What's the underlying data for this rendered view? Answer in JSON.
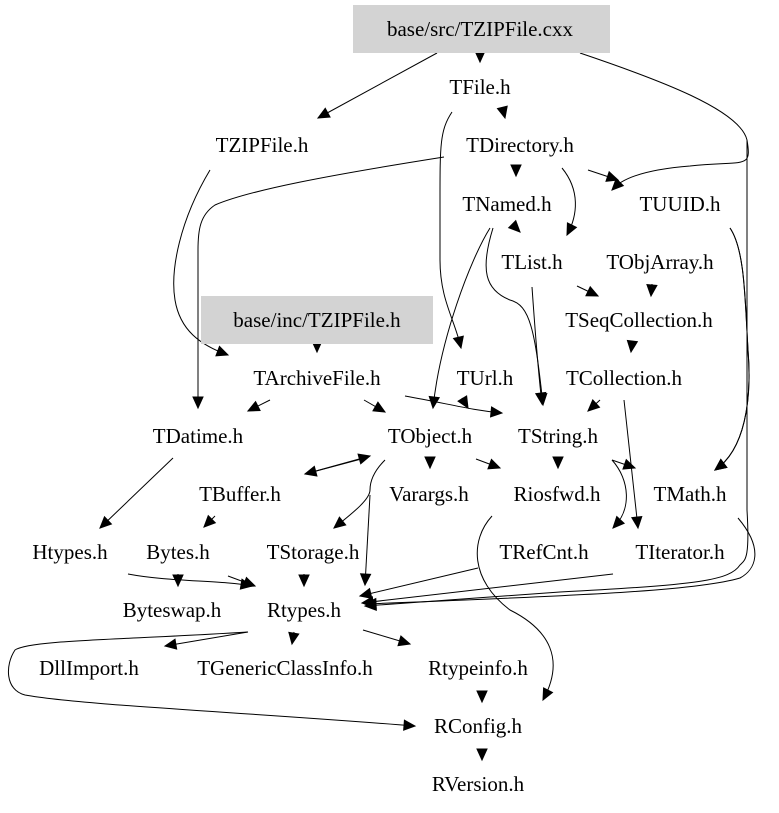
{
  "diagram": {
    "type": "include-dependency-graph",
    "colors": {
      "highlight_fill": "#d3d3d3",
      "edge": "#000000",
      "text": "#000000",
      "background": "#ffffff"
    },
    "nodes": [
      {
        "id": "src_tzipfile_cxx",
        "label": "base/src/TZIPFile.cxx",
        "highlighted": true
      },
      {
        "id": "tfile_h",
        "label": "TFile.h"
      },
      {
        "id": "tzipfile_h",
        "label": "TZIPFile.h"
      },
      {
        "id": "tdirectory_h",
        "label": "TDirectory.h"
      },
      {
        "id": "tnamed_h",
        "label": "TNamed.h"
      },
      {
        "id": "tuuid_h",
        "label": "TUUID.h"
      },
      {
        "id": "tlist_h",
        "label": "TList.h"
      },
      {
        "id": "tobjarray_h",
        "label": "TObjArray.h"
      },
      {
        "id": "inc_tzipfile_h",
        "label": "base/inc/TZIPFile.h",
        "highlighted": true
      },
      {
        "id": "tseqcollection_h",
        "label": "TSeqCollection.h"
      },
      {
        "id": "tarchivefile_h",
        "label": "TArchiveFile.h"
      },
      {
        "id": "turl_h",
        "label": "TUrl.h"
      },
      {
        "id": "tcollection_h",
        "label": "TCollection.h"
      },
      {
        "id": "tdatime_h",
        "label": "TDatime.h"
      },
      {
        "id": "tobject_h",
        "label": "TObject.h"
      },
      {
        "id": "tstring_h",
        "label": "TString.h"
      },
      {
        "id": "tbuffer_h",
        "label": "TBuffer.h"
      },
      {
        "id": "varargs_h",
        "label": "Varargs.h"
      },
      {
        "id": "riosfwd_h",
        "label": "Riosfwd.h"
      },
      {
        "id": "tmath_h",
        "label": "TMath.h"
      },
      {
        "id": "htypes_h",
        "label": "Htypes.h"
      },
      {
        "id": "bytes_h",
        "label": "Bytes.h"
      },
      {
        "id": "tstorage_h",
        "label": "TStorage.h"
      },
      {
        "id": "trefcnt_h",
        "label": "TRefCnt.h"
      },
      {
        "id": "titerator_h",
        "label": "TIterator.h"
      },
      {
        "id": "byteswap_h",
        "label": "Byteswap.h"
      },
      {
        "id": "rtypes_h",
        "label": "Rtypes.h"
      },
      {
        "id": "dllimport_h",
        "label": "DllImport.h"
      },
      {
        "id": "tgenericclassinfo_h",
        "label": "TGenericClassInfo.h"
      },
      {
        "id": "rtypeinfo_h",
        "label": "Rtypeinfo.h"
      },
      {
        "id": "rconfig_h",
        "label": "RConfig.h"
      },
      {
        "id": "rversion_h",
        "label": "RVersion.h"
      }
    ],
    "edges": [
      {
        "from": "src_tzipfile_cxx",
        "to": "tzipfile_h"
      },
      {
        "from": "src_tzipfile_cxx",
        "to": "tfile_h"
      },
      {
        "from": "src_tzipfile_cxx",
        "to": "tuuid_h"
      },
      {
        "from": "src_tzipfile_cxx",
        "to": "rtypes_h"
      },
      {
        "from": "tfile_h",
        "to": "tdirectory_h"
      },
      {
        "from": "tfile_h",
        "to": "turl_h"
      },
      {
        "from": "tzipfile_h",
        "to": "tarchivefile_h"
      },
      {
        "from": "tdirectory_h",
        "to": "tnamed_h"
      },
      {
        "from": "tdirectory_h",
        "to": "tlist_h"
      },
      {
        "from": "tdirectory_h",
        "to": "tuuid_h"
      },
      {
        "from": "tdirectory_h",
        "to": "tdatime_h"
      },
      {
        "from": "tnamed_h",
        "to": "tlist_h"
      },
      {
        "from": "tnamed_h",
        "to": "tobject_h"
      },
      {
        "from": "tnamed_h",
        "to": "tstring_h"
      },
      {
        "from": "tuuid_h",
        "to": "tobjarray_h"
      },
      {
        "from": "tuuid_h",
        "to": "tmath_h"
      },
      {
        "from": "tlist_h",
        "to": "tseqcollection_h"
      },
      {
        "from": "tlist_h",
        "to": "tstring_h"
      },
      {
        "from": "tobjarray_h",
        "to": "tseqcollection_h"
      },
      {
        "from": "inc_tzipfile_h",
        "to": "tarchivefile_h"
      },
      {
        "from": "tseqcollection_h",
        "to": "tcollection_h"
      },
      {
        "from": "tarchivefile_h",
        "to": "tdatime_h"
      },
      {
        "from": "tarchivefile_h",
        "to": "tobject_h"
      },
      {
        "from": "tarchivefile_h",
        "to": "tstring_h"
      },
      {
        "from": "turl_h",
        "to": "tstring_h"
      },
      {
        "from": "tcollection_h",
        "to": "tstring_h"
      },
      {
        "from": "tcollection_h",
        "to": "titerator_h"
      },
      {
        "from": "tdatime_h",
        "to": "htypes_h"
      },
      {
        "from": "tobject_h",
        "to": "tbuffer_h"
      },
      {
        "from": "tobject_h",
        "to": "varargs_h"
      },
      {
        "from": "tobject_h",
        "to": "riosfwd_h"
      },
      {
        "from": "tobject_h",
        "to": "tstorage_h"
      },
      {
        "from": "tobject_h",
        "to": "rtypes_h"
      },
      {
        "from": "tstring_h",
        "to": "riosfwd_h"
      },
      {
        "from": "tstring_h",
        "to": "trefcnt_h"
      },
      {
        "from": "tstring_h",
        "to": "titerator_h"
      },
      {
        "from": "tbuffer_h",
        "to": "tobject_h"
      },
      {
        "from": "tbuffer_h",
        "to": "bytes_h"
      },
      {
        "from": "titerator_h",
        "to": "tstring_h"
      },
      {
        "from": "riosfwd_h",
        "to": "rconfig_h"
      },
      {
        "from": "tmath_h",
        "to": "rtypes_h"
      },
      {
        "from": "htypes_h",
        "to": "rtypes_h"
      },
      {
        "from": "bytes_h",
        "to": "byteswap_h"
      },
      {
        "from": "bytes_h",
        "to": "rtypes_h"
      },
      {
        "from": "tstorage_h",
        "to": "rtypes_h"
      },
      {
        "from": "trefcnt_h",
        "to": "rtypes_h"
      },
      {
        "from": "titerator_h",
        "to": "rtypes_h"
      },
      {
        "from": "rtypes_h",
        "to": "dllimport_h"
      },
      {
        "from": "rtypes_h",
        "to": "tgenericclassinfo_h"
      },
      {
        "from": "rtypes_h",
        "to": "rtypeinfo_h"
      },
      {
        "from": "rtypes_h",
        "to": "rconfig_h"
      },
      {
        "from": "rtypeinfo_h",
        "to": "rconfig_h"
      },
      {
        "from": "rconfig_h",
        "to": "rversion_h"
      }
    ]
  }
}
